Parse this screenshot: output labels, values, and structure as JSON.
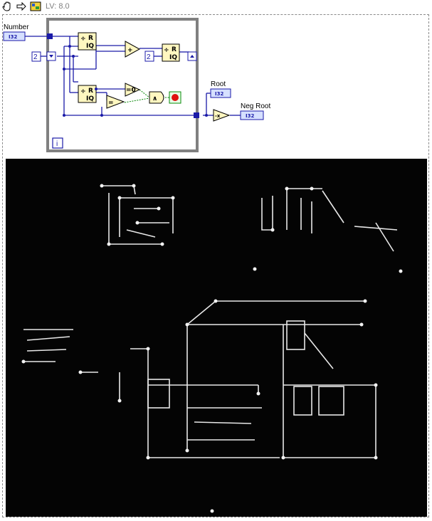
{
  "toolbar": {
    "version_label": "LV: 8.0",
    "icons": [
      "hand-tool-icon",
      "arrow-tool-icon",
      "vi-icon"
    ]
  },
  "diagram": {
    "number_label": "Number",
    "root_label": "Root",
    "neg_root_label": "Neg Root",
    "i32_tag": "I32",
    "const_two": "2",
    "quotient_r": "R",
    "quotient_iq": "IQ",
    "add_symbol": "+",
    "eq_zero_symbol": "=0",
    "equal_symbol": "=",
    "and_symbol": "∧",
    "negate_symbol": "-x",
    "loop_index": "i",
    "colors": {
      "wire": "#1a1aa8",
      "loop_border": "#808080",
      "stop": "#e01010",
      "node_fill": "#fff7c0"
    }
  },
  "video": {
    "background": "#040404"
  }
}
